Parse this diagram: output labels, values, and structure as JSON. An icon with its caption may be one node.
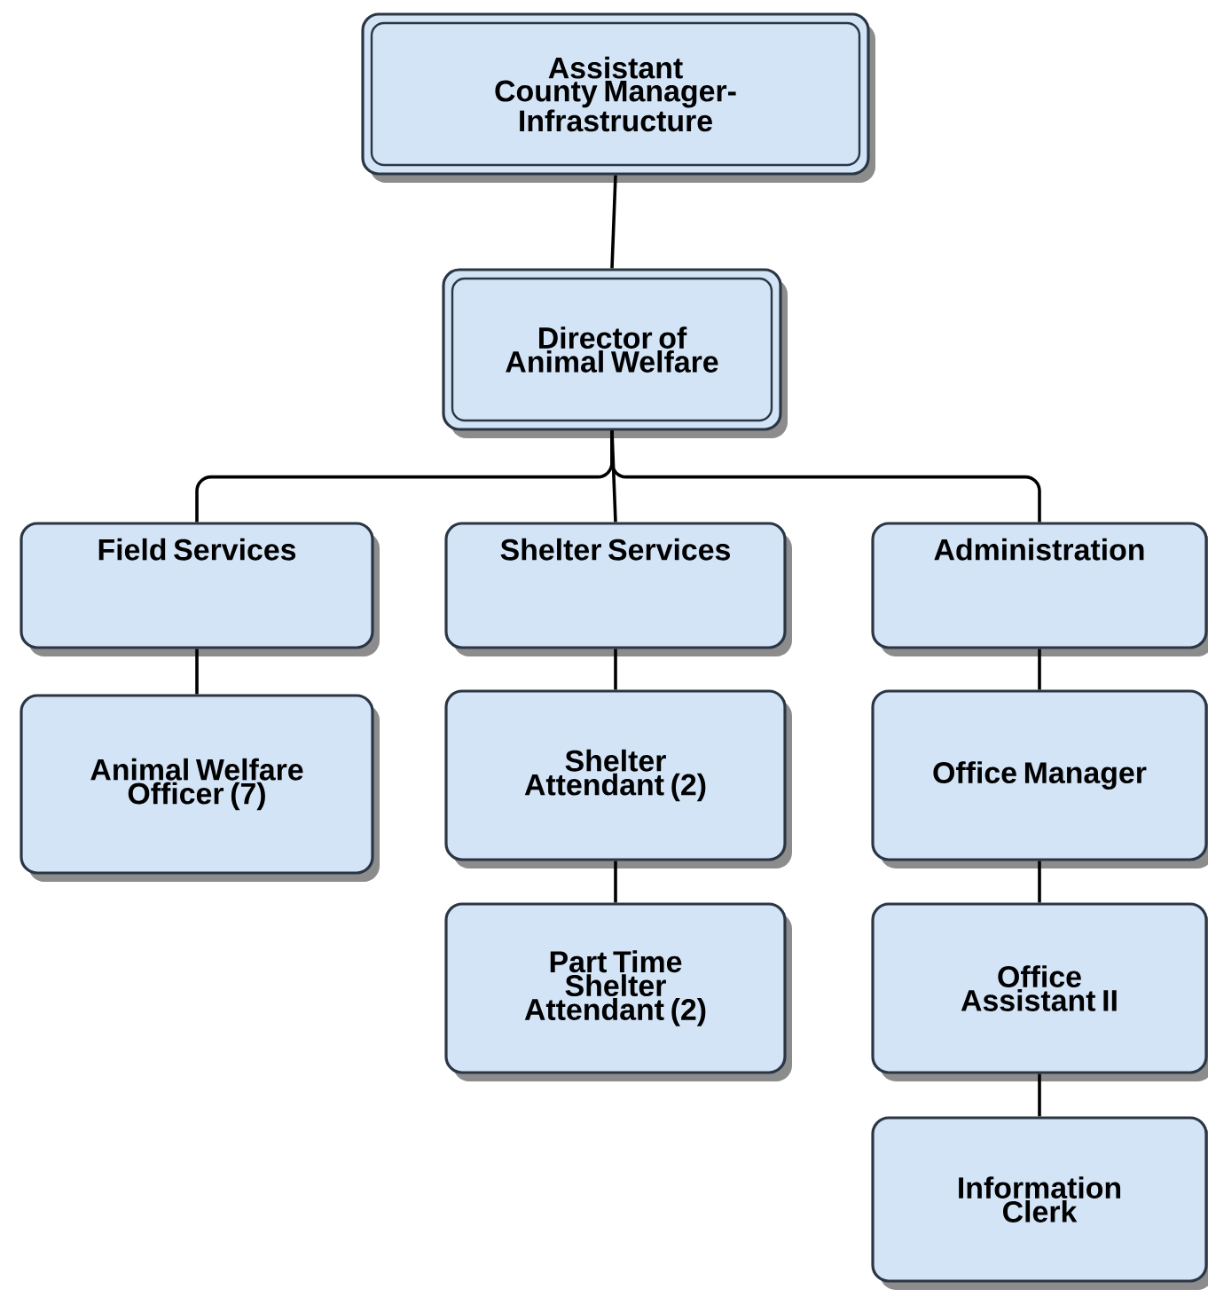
{
  "diagram": {
    "nodes": [
      {
        "text": [
          "Assistant County Manager-Infrastructure"
        ]
      },
      {
        "text": [
          "Director of Animal Welfare"
        ]
      },
      {
        "text": [
          "Field Services"
        ]
      },
      {
        "text": [
          "Shelter Services"
        ]
      },
      {
        "text": [
          "Administration"
        ]
      },
      {
        "text": [
          "Animal Welfare Officer (7)"
        ]
      },
      {
        "text": [
          "Shelter Attendant (2)"
        ]
      },
      {
        "text": [
          "Part Time Shelter Attendant (2)"
        ]
      },
      {
        "text": [
          "Office Manager"
        ]
      },
      {
        "text": [
          "Office Assistant II"
        ]
      },
      {
        "text": [
          "Information Clerk"
        ]
      }
    ],
    "edges": [
      {
        "from": 0,
        "to": 1,
        "arrow": "none"
      },
      {
        "from": 1,
        "to": 2,
        "arrow": "none"
      },
      {
        "from": 1,
        "to": 3,
        "arrow": "none"
      },
      {
        "from": 1,
        "to": 4,
        "arrow": "none"
      },
      {
        "from": 2,
        "to": 5,
        "arrow": "none"
      },
      {
        "from": 3,
        "to": 6,
        "arrow": "none"
      },
      {
        "from": 6,
        "to": 7,
        "arrow": "none"
      },
      {
        "from": 4,
        "to": 8,
        "arrow": "none"
      },
      {
        "from": 8,
        "to": 9,
        "arrow": "none"
      },
      {
        "from": 9,
        "to": 10,
        "arrow": "none"
      }
    ]
  }
}
